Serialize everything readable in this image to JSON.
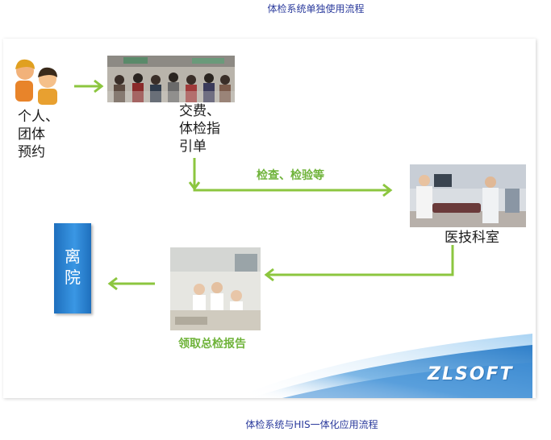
{
  "top_title": "体检系统单独使用流程",
  "bottom_title": "体检系统与HIS一体化应用流程",
  "steps": {
    "reservation": "个人、\n团体\n预约",
    "payment": "交费、\n体检指\n引单",
    "exam_label": "检查、检验等",
    "medtech": "医技科室",
    "report": "领取总检报告",
    "discharge": "离\n院"
  },
  "logo": "ZLSOFT",
  "colors": {
    "arrow": "#8cc63f",
    "title": "#2a3a9c",
    "discharge_box": "#2a86d8"
  }
}
